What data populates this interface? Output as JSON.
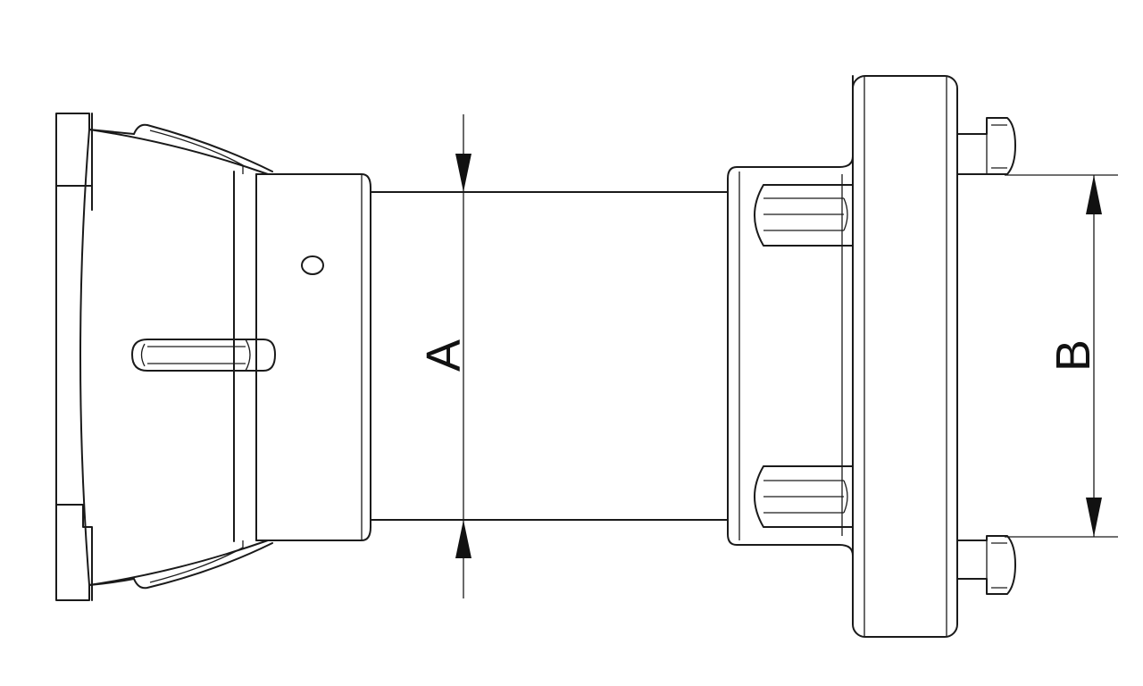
{
  "drawing": {
    "dimensions": [
      {
        "label": "A",
        "description_text": "A"
      },
      {
        "label": "B",
        "description_text": "B"
      }
    ],
    "line_color": "#1a1a1a",
    "background": "#ffffff"
  }
}
